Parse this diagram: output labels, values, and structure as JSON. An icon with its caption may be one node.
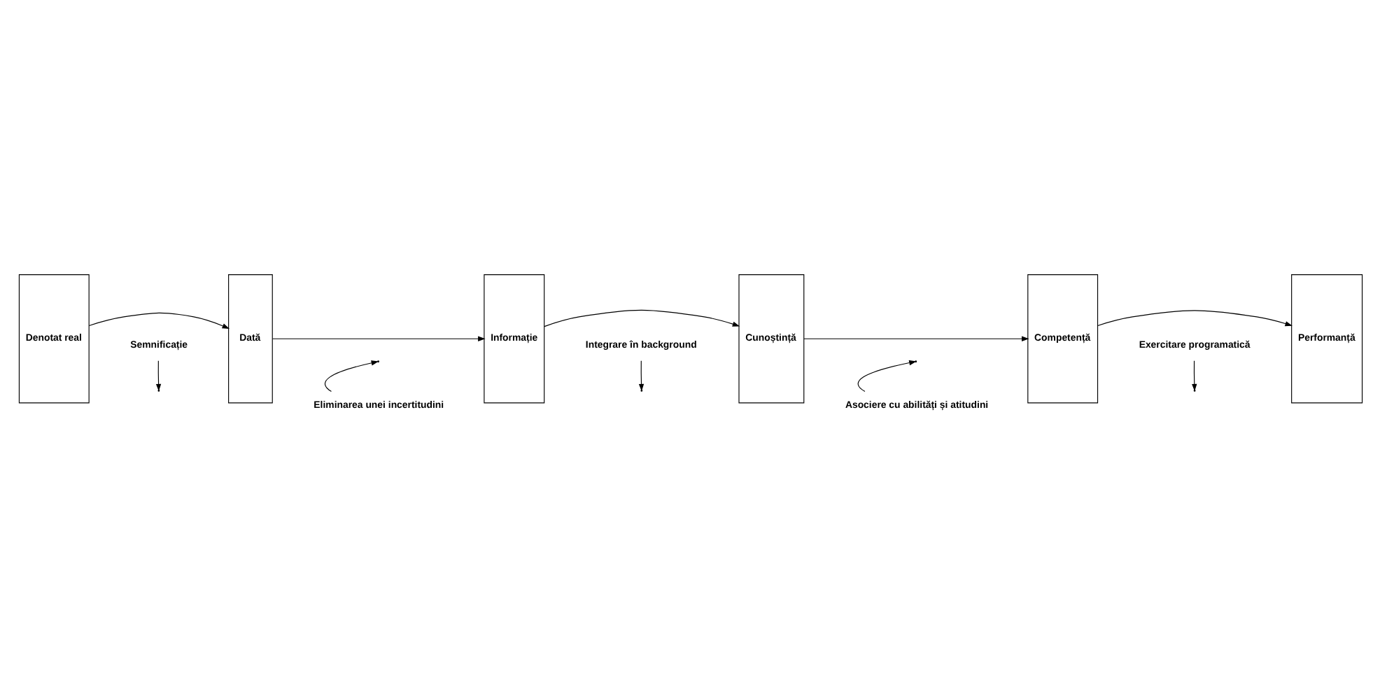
{
  "diagram": {
    "nodes": [
      {
        "text": [
          "Denotat real"
        ]
      },
      {
        "text": [
          "Semnificație"
        ]
      },
      {
        "text": [
          "Dată"
        ]
      },
      {
        "text": [
          "Eliminarea unei incertitudini"
        ]
      },
      {
        "text": [
          "Informație"
        ]
      },
      {
        "text": [
          "Integrare în background"
        ]
      },
      {
        "text": [
          "Cunoștință"
        ]
      },
      {
        "text": [
          "Asociere cu abilități și atitudini"
        ]
      },
      {
        "text": [
          "Competență"
        ]
      },
      {
        "text": [
          "Exercitare programatică"
        ]
      },
      {
        "text": [
          "Performanță"
        ]
      }
    ],
    "edges": [
      {
        "from": 0,
        "to": 2,
        "arrow": "to"
      },
      {
        "from": 1,
        "to": null,
        "arrow": "to"
      },
      {
        "from": 2,
        "to": 4,
        "arrow": "to"
      },
      {
        "from": 3,
        "to": null,
        "arrow": "to"
      },
      {
        "from": 4,
        "to": 6,
        "arrow": "to"
      },
      {
        "from": 5,
        "to": null,
        "arrow": "to"
      },
      {
        "from": 6,
        "to": 8,
        "arrow": "to"
      },
      {
        "from": 7,
        "to": null,
        "arrow": "to"
      },
      {
        "from": 8,
        "to": 10,
        "arrow": "to"
      },
      {
        "from": 9,
        "to": null,
        "arrow": "to"
      }
    ]
  }
}
